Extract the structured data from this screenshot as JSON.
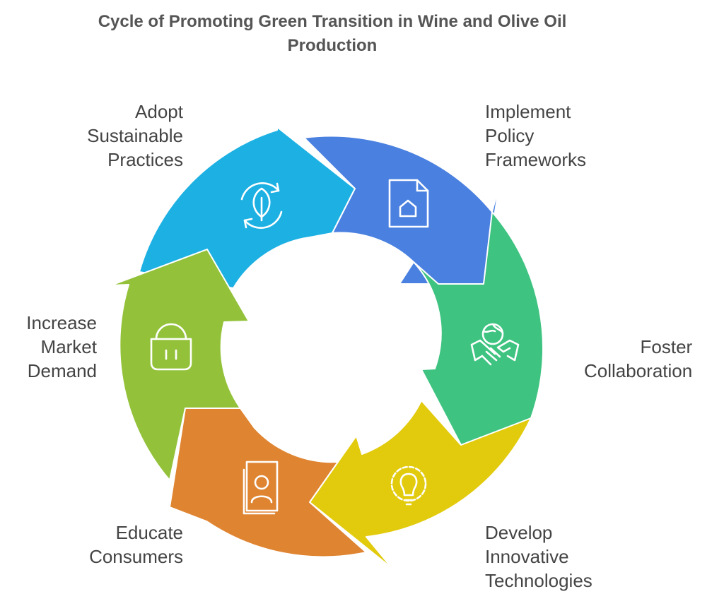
{
  "title": {
    "line1": "Cycle of Promoting Green Transition in Wine and Olive Oil",
    "line2": "Production"
  },
  "steps": [
    {
      "lines": [
        "Adopt",
        "Sustainable",
        "Practices"
      ],
      "color": "#1cb0e3",
      "icon": "leaf-recycle-icon"
    },
    {
      "lines": [
        "Implement",
        "Policy",
        "Frameworks"
      ],
      "color": "#4a80e0",
      "icon": "document-house-icon"
    },
    {
      "lines": [
        "Foster",
        "Collaboration"
      ],
      "color": "#3ec380",
      "icon": "handshake-globe-icon"
    },
    {
      "lines": [
        "Develop",
        "Innovative",
        "Technologies"
      ],
      "color": "#e2ca0c",
      "icon": "lightbulb-gear-icon"
    },
    {
      "lines": [
        "Educate",
        "Consumers"
      ],
      "color": "#df8431",
      "icon": "person-book-icon"
    },
    {
      "lines": [
        "Increase",
        "Market",
        "Demand"
      ],
      "color": "#93c23a",
      "icon": "shopping-basket-icon"
    }
  ]
}
